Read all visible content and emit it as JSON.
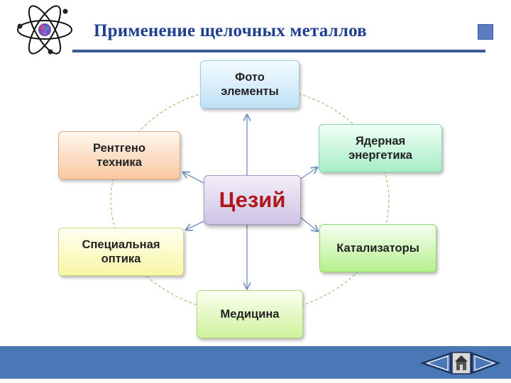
{
  "title": "Применение щелочных металлов",
  "diagram": {
    "center": "Цезий",
    "nodes": {
      "photo": "Фото\nэлементы",
      "nuclear": "Ядерная\nэнергетика",
      "catalysts": "Катализаторы",
      "medicine": "Медицина",
      "optics": "Специальная\nоптика",
      "xray": "Рентгено\nтехника"
    }
  },
  "colors": {
    "title": "#1f3f8f",
    "center_text": "#b0151c",
    "footer": "#4a78b6"
  },
  "icons": {
    "logo": "atom-icon",
    "corner": "square-icon",
    "prev": "arrow-left-icon",
    "home": "home-icon",
    "next": "arrow-right-icon"
  }
}
